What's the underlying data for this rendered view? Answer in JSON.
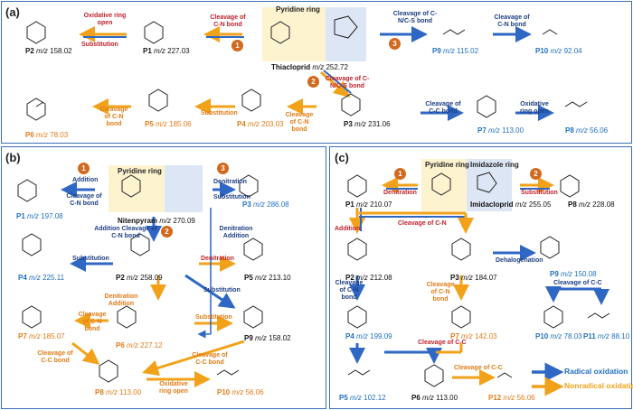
{
  "panels": {
    "a": {
      "label": "(a)"
    },
    "b": {
      "label": "(b)"
    },
    "c": {
      "label": "(c)"
    }
  },
  "a": {
    "ring_label": "Pyridine ring",
    "parent": {
      "name": "Thiacloprid",
      "mz": "m/z",
      "value": "252.72"
    },
    "p1": {
      "name": "P1",
      "mz": "m/z",
      "value": "227.03"
    },
    "p2": {
      "name": "P2",
      "mz": "m/z",
      "value": "158.02"
    },
    "p3": {
      "name": "P3",
      "mz": "m/z",
      "value": "231.06"
    },
    "p4": {
      "name": "P4",
      "mz": "m/z",
      "value": "203.03"
    },
    "p5": {
      "name": "P5",
      "mz": "m/z",
      "value": "185.06"
    },
    "p6": {
      "name": "P6",
      "mz": "m/z",
      "value": "78.03"
    },
    "p7": {
      "name": "P7",
      "mz": "m/z",
      "value": "113.00"
    },
    "p8": {
      "name": "P8",
      "mz": "m/z",
      "value": "56.06"
    },
    "p9": {
      "name": "P9",
      "mz": "m/z",
      "value": "115.02"
    },
    "p10": {
      "name": "P10",
      "mz": "m/z",
      "value": "92.04"
    },
    "rx_oxidative": "Oxidative ring open",
    "rx_substitution": "Substitution",
    "rx_cleavage_cn_1": "Cleavage of C-N bond",
    "rx_cleavage_cnc_s": "Cleavage of C-N/C-S bond",
    "rx_cleavage_cn_9": "Cleavage of C-N bond",
    "rx_cleavage_cns_2": "Cleavage of C-N/C-S bond",
    "rx_cleavage_cn_4": "Cleavage of C-N bond",
    "rx_substitution_5": "Substitution",
    "rx_cleavage_cn_6": "Cleavage of C-N bond",
    "rx_cleavage_cc_7": "Cleavage of C-C bond",
    "rx_oxidative_8": "Oxidative ring open",
    "badge1": "1",
    "badge2": "2",
    "badge3": "3"
  },
  "b": {
    "ring_label": "Pyridine ring",
    "parent": {
      "name": "Nitenpyram",
      "mz": "m/z",
      "value": "270.09"
    },
    "p1": {
      "name": "P1",
      "mz": "m/z",
      "value": "197.08"
    },
    "p2": {
      "name": "P2",
      "mz": "m/z",
      "value": "258.09"
    },
    "p3": {
      "name": "P3",
      "mz": "m/z",
      "value": "286.08"
    },
    "p4": {
      "name": "P4",
      "mz": "m/z",
      "value": "225.11"
    },
    "p5": {
      "name": "P5",
      "mz": "m/z",
      "value": "213.10"
    },
    "p6": {
      "name": "P6",
      "mz": "m/z",
      "value": "227.12"
    },
    "p7": {
      "name": "P7",
      "mz": "m/z",
      "value": "185.07"
    },
    "p8": {
      "name": "P8",
      "mz": "m/z",
      "value": "113.00"
    },
    "p9": {
      "name": "P9",
      "mz": "m/z",
      "value": "158.02"
    },
    "p10": {
      "name": "P10",
      "mz": "m/z",
      "value": "56.06"
    },
    "rx_addition_1": "Addition",
    "rx_cleavage_cn_1": "Cleavage of C-N bond",
    "rx_addition_2": "Addition Cleavage of C-N bond",
    "rx_denitration_3": "Denitration",
    "rx_substitution_3": "Substitution",
    "rx_denit_add": "Denitration Addition",
    "rx_substitution_4": "Substitution",
    "rx_denitration_5": "Denitration",
    "rx_substitution_9": "Substitution",
    "rx_denit_add_6": "Denitration Addition",
    "rx_cleavage_cn_7": "Cleavage of C-N bond",
    "rx_substitution_6": "Substitution",
    "rx_cleavage_cc_7": "Cleavage of C-C bond",
    "rx_cleavage_cc_8": "Cleavage of C-C bond",
    "rx_oxidative_10": "Oxidative ring open",
    "badge1": "1",
    "badge2": "2",
    "badge3": "3"
  },
  "c": {
    "ring_label_1": "Pyridine ring",
    "ring_label_2": "Imidazole ring",
    "parent": {
      "name": "Imidacloprid",
      "mz": "m/z",
      "value": "255.05"
    },
    "p1": {
      "name": "P1",
      "mz": "m/z",
      "value": "210.07"
    },
    "p2": {
      "name": "P2",
      "mz": "m/z",
      "value": "212.08"
    },
    "p3": {
      "name": "P3",
      "mz": "m/z",
      "value": "184.07"
    },
    "p4": {
      "name": "P4",
      "mz": "m/z",
      "value": "199.09"
    },
    "p5": {
      "name": "P5",
      "mz": "m/z",
      "value": "102.12"
    },
    "p6": {
      "name": "P6",
      "mz": "m/z",
      "value": "113.00"
    },
    "p7": {
      "name": "P7",
      "mz": "m/z",
      "value": "142.03"
    },
    "p8": {
      "name": "P8",
      "mz": "m/z",
      "value": "228.08"
    },
    "p9": {
      "name": "P9",
      "mz": "m/z",
      "value": "150.08"
    },
    "p10": {
      "name": "P10",
      "mz": "m/z",
      "value": "78.03"
    },
    "p11": {
      "name": "P11",
      "mz": "m/z",
      "value": "88.10"
    },
    "p12": {
      "name": "P12",
      "mz": "m/z",
      "value": "56.06"
    },
    "rx_denitration": "Denitration",
    "rx_substitution": "Substitution",
    "rx_cleavage_cn": "Cleavage of C-N",
    "rx_addition": "Addition",
    "rx_cleavage_cn_4": "Cleavage of C-N bond",
    "rx_cleavage_cn_7": "Cleavage of C-N bond",
    "rx_dehalogenation": "Dehalogenation",
    "rx_cleavage_cc_9": "Cleavage of C-C",
    "rx_cleavage_cc_6": "Cleavage of C-C",
    "rx_cleavage_cc_12": "Cleavage of C-C",
    "badge1": "1",
    "badge2": "2"
  },
  "legend": {
    "radical": "Radical oxidation",
    "nonradical": "Nonradical oxidation",
    "radical_color": "#2e67c4",
    "nonradical_color": "#f2a21a"
  }
}
